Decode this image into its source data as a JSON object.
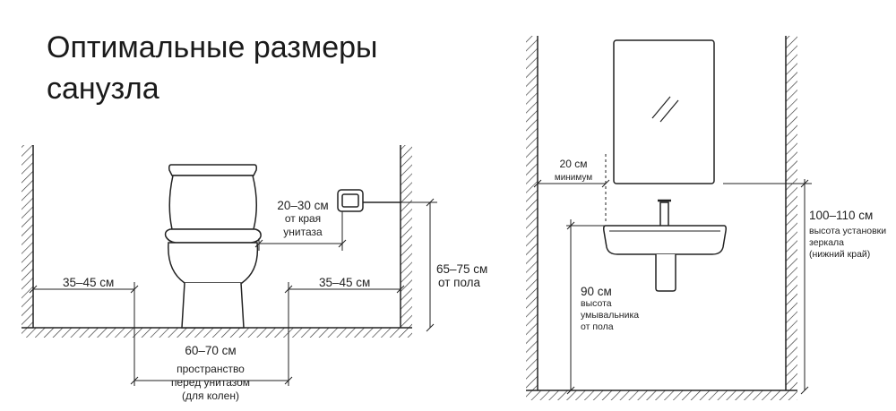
{
  "title": {
    "line1": "Оптимальные размеры",
    "line2": "санузла"
  },
  "toilet": {
    "left_gap": "35–45 см",
    "right_gap": "35–45 см",
    "paper_value": "20–30 см",
    "paper_desc1": "от края",
    "paper_desc2": "унитаза",
    "holder_height_value": "65–75 см",
    "holder_height_desc": "от пола",
    "front_value": "60–70 см",
    "front_desc1": "пространство",
    "front_desc2": "перед унитазом",
    "front_desc3": "(для колен)"
  },
  "sink": {
    "min_value": "20 см",
    "min_desc": "минимум",
    "sink_value": "90 см",
    "sink_desc1": "высота",
    "sink_desc2": "умывальника",
    "sink_desc3": "от пола",
    "mirror_value": "100–110 см",
    "mirror_desc1": "высота установки",
    "mirror_desc2": "зеркала",
    "mirror_desc3": "(нижний край)"
  }
}
